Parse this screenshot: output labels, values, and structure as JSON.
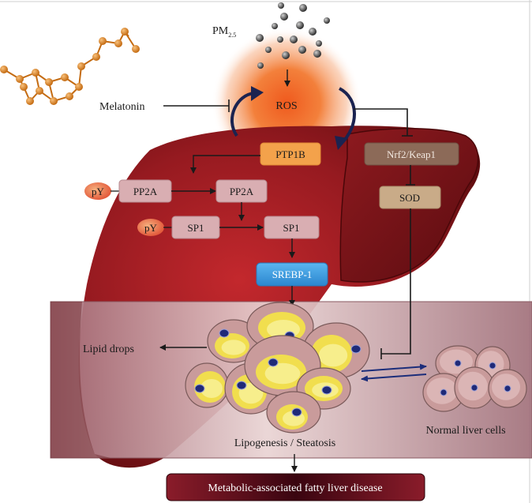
{
  "labels": {
    "pm_main": "PM",
    "pm_sub": "2.5",
    "ros": "ROS",
    "melatonin": "Melatonin",
    "ptp1b": "PTP1B",
    "nrf2_keap1": "Nrf2/Keap1",
    "sod": "SOD",
    "py1": "pY",
    "pp2a_phos": "PP2A",
    "pp2a": "PP2A",
    "py2": "pY",
    "sp1_phos": "SP1",
    "sp1": "SP1",
    "srebp1": "SREBP-1",
    "lipid_drops": "Lipid drops",
    "lipogenesis": "Lipogenesis / Steatosis",
    "normal_cells": "Normal liver cells",
    "disease": "Metabolic-associated fatty liver disease"
  },
  "colors": {
    "liver_dark": "#6e0f12",
    "liver_mid": "#a51d24",
    "ros_glow": "#f2722a",
    "ptp1b_box": "#f3a24b",
    "nrf_box": "#8c6a58",
    "sod_box": "#c9ab88",
    "protein_box": "#d9aeb2",
    "srebp_box": "#3fa0e0",
    "band": "#a8767f",
    "cell_fill": "#c79a9a",
    "lipid_yellow": "#f3e24a",
    "nucleus": "#1f2a78",
    "cycle_arrow": "#1b2350",
    "disease_box": "#6a0a1a"
  },
  "icons": {
    "molecule": "melatonin-molecule-icon",
    "particles": "pm25-particles-icon",
    "cycle": "ros-ptp1b-cycle-icon"
  }
}
